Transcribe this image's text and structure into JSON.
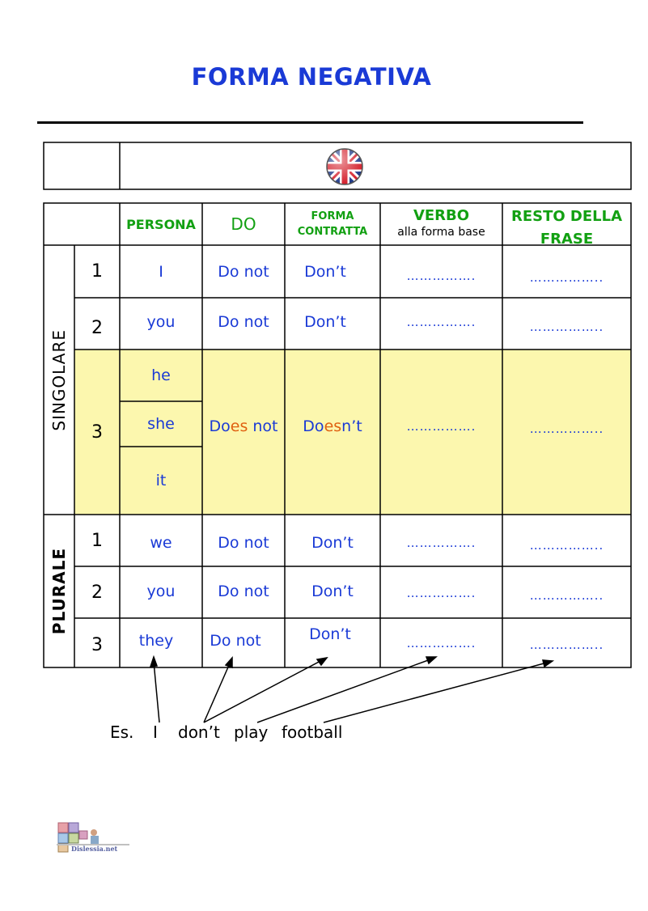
{
  "title": "FORMA NEGATIVA",
  "headers": {
    "persona": "PERSONA",
    "do": "DO",
    "contratta_line1": "FORMA",
    "contratta_line2": "CONTRATTA",
    "verbo": "VERBO",
    "verbo_sub": "alla forma base",
    "resto": "RESTO DELLA FRASE"
  },
  "groups": {
    "singolare": "SINGOLARE",
    "plurale": "PLURALE"
  },
  "rows": [
    {
      "num": "1",
      "persona": "I",
      "do": "Do not",
      "contratta": "Don’t",
      "verbo": "…………….",
      "resto": "…………….."
    },
    {
      "num": "2",
      "persona": "you",
      "do": "Do not",
      "contratta": "Don’t",
      "verbo": "…………….",
      "resto": "…………….."
    },
    {
      "num": "3",
      "persona_list": [
        "he",
        "she",
        "it"
      ],
      "do_pre": "Do",
      "do_mid": "es",
      "do_post": " not",
      "contratta_pre": "Do",
      "contratta_mid": "es",
      "contratta_post": "n’t",
      "verbo": "…………….",
      "resto": "…………….."
    },
    {
      "num": "1",
      "persona": "we",
      "do": "Do not",
      "contratta": "Don’t",
      "verbo": "…………….",
      "resto": "…………….."
    },
    {
      "num": "2",
      "persona": "you",
      "do": "Do not",
      "contratta": "Don’t",
      "verbo": "…………….",
      "resto": "…………….."
    },
    {
      "num": "3",
      "persona": "they",
      "do": "Do not",
      "contratta": "Don’t",
      "verbo": "…………….",
      "resto": "…………….."
    }
  ],
  "example": {
    "label": "Es.",
    "w1": "I",
    "w2": "don’t",
    "w3": "play",
    "w4": "football"
  },
  "logo_text": "Dislessia.net",
  "colors": {
    "blue": "#1a3ad6",
    "green": "#12a012",
    "orange": "#e06010",
    "highlight": "#fcf7ae"
  }
}
